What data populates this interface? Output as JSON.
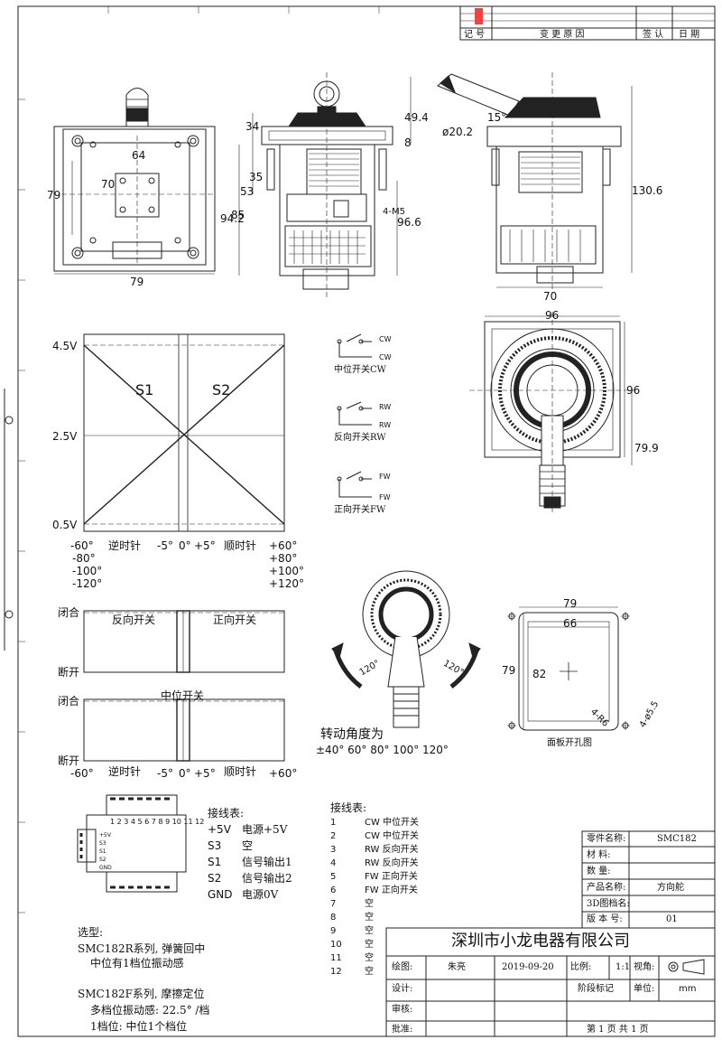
{
  "revision_block": {
    "cols": [
      "记  号",
      "变  更  原  因",
      "签  认",
      "日  期"
    ]
  },
  "dims": {
    "front_64": "64",
    "front_70": "70",
    "front_79v": "79",
    "front_79h": "79",
    "side_34": "34",
    "side_49_4": "49.4",
    "side_8": "8",
    "side_35": "35",
    "side_53": "53",
    "side_85": "85",
    "side_94_2": "94.2",
    "side_96_6": "96.6",
    "side_4m5": "4-M5",
    "r_phi20_2": "ø20.2",
    "r_15": "15°",
    "r_130_6": "130.6",
    "r_70": "70",
    "top_96h": "96",
    "top_96v": "96",
    "top_79_9": "79.9",
    "panel_79": "79",
    "panel_66": "66",
    "panel_79v": "79",
    "panel_82": "82",
    "panel_r6": "4-R6",
    "panel_hole": "4-ø5.5",
    "panel_caption": "面板开孔图"
  },
  "graph": {
    "y_45": "4.5V",
    "y_25": "2.5V",
    "y_05": "0.5V",
    "s1": "S1",
    "s2": "S2",
    "x_neg60": "-60°",
    "x_neg80": "-80°",
    "x_neg100": "-100°",
    "x_neg120": "-120°",
    "ccw": "逆时针",
    "x_neg5": "-5°",
    "x_0": "0°",
    "x_pos5": "+5°",
    "cw": "顺时针",
    "x_pos60": "+60°",
    "x_pos80": "+80°",
    "x_pos100": "+100°",
    "x_pos120": "+120°"
  },
  "switches": {
    "cw_mid": "中位开关CW",
    "rw": "反向开关RW",
    "fw": "正向开关FW",
    "lbl_cw": "CW",
    "lbl_rw": "RW",
    "lbl_fw": "FW"
  },
  "timing": {
    "closed": "闭合",
    "open": "断开",
    "rev_switch": "反向开关",
    "fwd_switch": "正向开关",
    "mid_switch": "中位开关",
    "x_neg60": "-60°",
    "ccw": "逆时针",
    "x_neg5": "-5°",
    "x_0": "0°",
    "x_pos5": "+5°",
    "cw": "顺时针",
    "x_pos60": "+60°"
  },
  "rotation": {
    "deg_left": "120°",
    "deg_right": "120°",
    "title": "转动角度为",
    "values": "±40° 60° 80° 100° 120°"
  },
  "wiring_left": {
    "title": "接线表:",
    "rows": [
      {
        "pin": "+5V",
        "desc": "电源+5V"
      },
      {
        "pin": "S3",
        "desc": "空"
      },
      {
        "pin": "S1",
        "desc": "信号输出1"
      },
      {
        "pin": "S2",
        "desc": "信号输出2"
      },
      {
        "pin": "GND",
        "desc": "电源0V"
      }
    ],
    "pcb_top": "1 2 3 4 5 6 7 8 9 10 11 12",
    "pcb_side": "+5V S3 S1 S2 GND"
  },
  "wiring_right": {
    "title": "接线表:",
    "rows": [
      {
        "n": "1",
        "desc": "CW 中位开关"
      },
      {
        "n": "2",
        "desc": "CW 中位开关"
      },
      {
        "n": "3",
        "desc": "RW 反向开关"
      },
      {
        "n": "4",
        "desc": "RW 反向开关"
      },
      {
        "n": "5",
        "desc": "FW 正向开关"
      },
      {
        "n": "6",
        "desc": "FW 正向开关"
      },
      {
        "n": "7",
        "desc": "空"
      },
      {
        "n": "8",
        "desc": "空"
      },
      {
        "n": "9",
        "desc": "空"
      },
      {
        "n": "10",
        "desc": "空"
      },
      {
        "n": "11",
        "desc": "空"
      },
      {
        "n": "12",
        "desc": "空"
      }
    ]
  },
  "selection": {
    "title": "选型:",
    "l1": "SMC182R系列, 弹簧回中",
    "l2": "中位有1档位振动感",
    "l3": "SMC182F系列, 摩擦定位",
    "l4": "多档位振动感: 22.5° /档",
    "l5": "1档位: 中位1个档位"
  },
  "info": {
    "part_name_label": "零件名称:",
    "part_name": "SMC182",
    "material_label": "材    料:",
    "material": "",
    "qty_label": "数    量:",
    "qty": "",
    "product_label": "产品名称:",
    "product": "方向舵",
    "file3d_label": "3D图档名:",
    "file3d": "",
    "version_label": "版 本 号:",
    "version": "01"
  },
  "title_block": {
    "company": "深圳市小龙电器有限公司",
    "draw_label": "绘图:",
    "drawer": "朱亮",
    "date": "2019-09-20",
    "scale_label": "比例:",
    "scale": "1:1",
    "view_label": "视角:",
    "design_label": "设计:",
    "stage": "阶段标记",
    "unit_label": "单位:",
    "unit": "mm",
    "review_label": "审核:",
    "approve_label": "批准:",
    "page": "第  1  页    共  1  页"
  }
}
